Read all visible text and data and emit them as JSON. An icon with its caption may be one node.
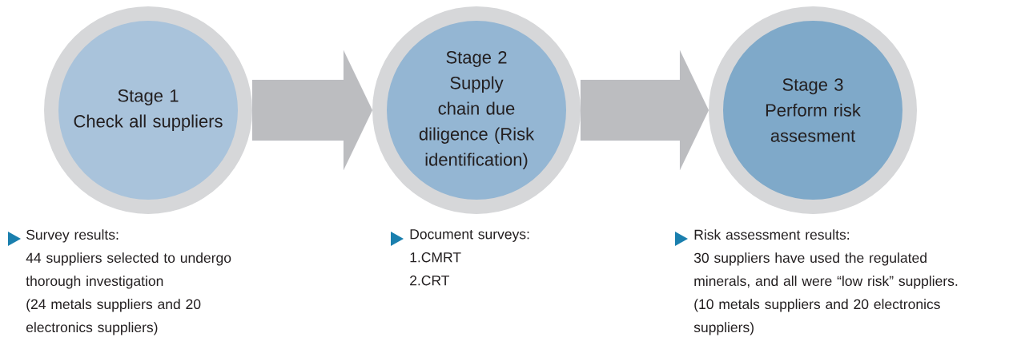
{
  "diagram": {
    "nodes": [
      {
        "text": [
          "Stage 1",
          "Check all suppliers"
        ],
        "beside": [
          "Survey results:",
          "44 suppliers selected to undergo thorough investigation",
          "(24 metals suppliers and 20 electronics suppliers)"
        ]
      },
      {
        "text": [
          "Stage 2",
          "Supply chain due diligence (Risk identification)"
        ],
        "beside": [
          "Document surveys:",
          "1.CMRT",
          "2.CRT"
        ]
      },
      {
        "text": [
          "Stage 3",
          "Perform risk assesment"
        ],
        "beside": [
          "Risk assessment results:",
          "30 suppliers have used the regulated minerals, and all were “low risk” suppliers.",
          "(10 metals suppliers and 20 electronics suppliers)"
        ]
      }
    ],
    "edges": [
      {
        "from": 0,
        "to": 1,
        "arrow": "to"
      },
      {
        "from": 1,
        "to": 2,
        "arrow": "to"
      }
    ]
  }
}
